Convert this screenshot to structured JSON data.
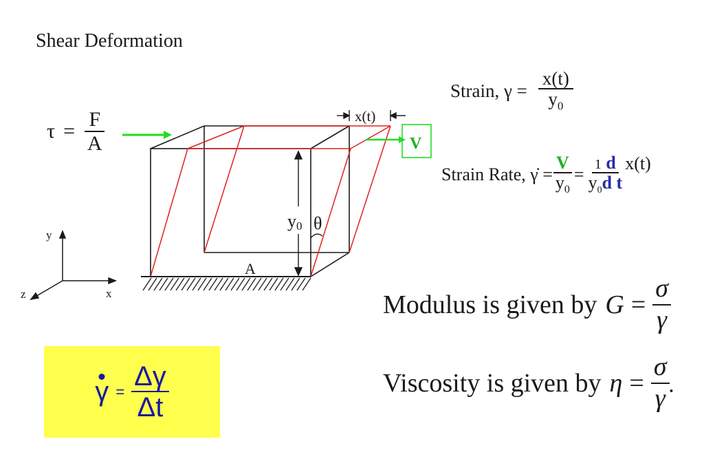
{
  "title": "Shear Deformation",
  "tau": {
    "lhs": "τ",
    "eq": "=",
    "num": "F",
    "den": "A"
  },
  "strain": {
    "label": "Strain, γ =",
    "num": "x(t)",
    "den": "y",
    "den_sub": "0"
  },
  "strain_rate": {
    "label": "Strain Rate, γ̇ =",
    "v": "V",
    "y": "y",
    "sub0": "0",
    "eq": "=",
    "one": "1",
    "d": "d",
    "t": "t",
    "x": "x(t)"
  },
  "diagram": {
    "x_t": "x(t)",
    "v_label": "V",
    "y0": "y",
    "y0_sub": "0",
    "theta": "θ",
    "area": "A",
    "axis_y": "y",
    "axis_x": "x",
    "axis_z": "z"
  },
  "modulus": {
    "text": "Modulus is given by",
    "sym": "G",
    "eq": "=",
    "num": "σ",
    "den": "γ"
  },
  "viscosity": {
    "text": "Viscosity is given by",
    "sym": "η",
    "eq": "=",
    "num": "σ",
    "den": "γ̇"
  },
  "yellow_box": {
    "lhs": "γ",
    "eq": "=",
    "num": "Δγ",
    "den": "Δt"
  },
  "colors": {
    "red": "#e02020",
    "green": "#22c022",
    "blue": "#2a2aaa",
    "yellow": "#ffff4d"
  }
}
